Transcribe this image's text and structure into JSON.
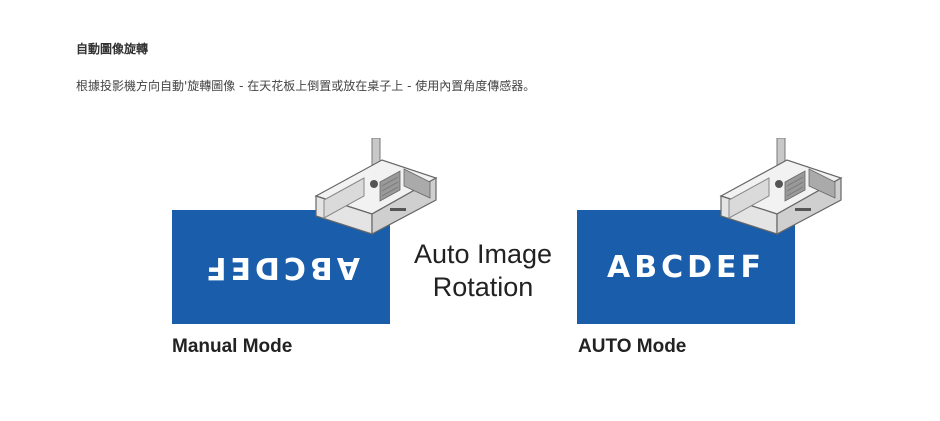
{
  "page": {
    "title": "自動圖像旋轉",
    "description": "根據投影機方向自動'旋轉圖像 - 在天花板上倒置或放在桌子上 - 使用內置角度傳感器。"
  },
  "figure": {
    "screen_text": "ABCDEF",
    "center_label_line1": "Auto Image",
    "center_label_line2": "Rotation",
    "left_caption": "Manual Mode",
    "right_caption": "AUTO Mode",
    "screen_color": "#1a5dab"
  }
}
